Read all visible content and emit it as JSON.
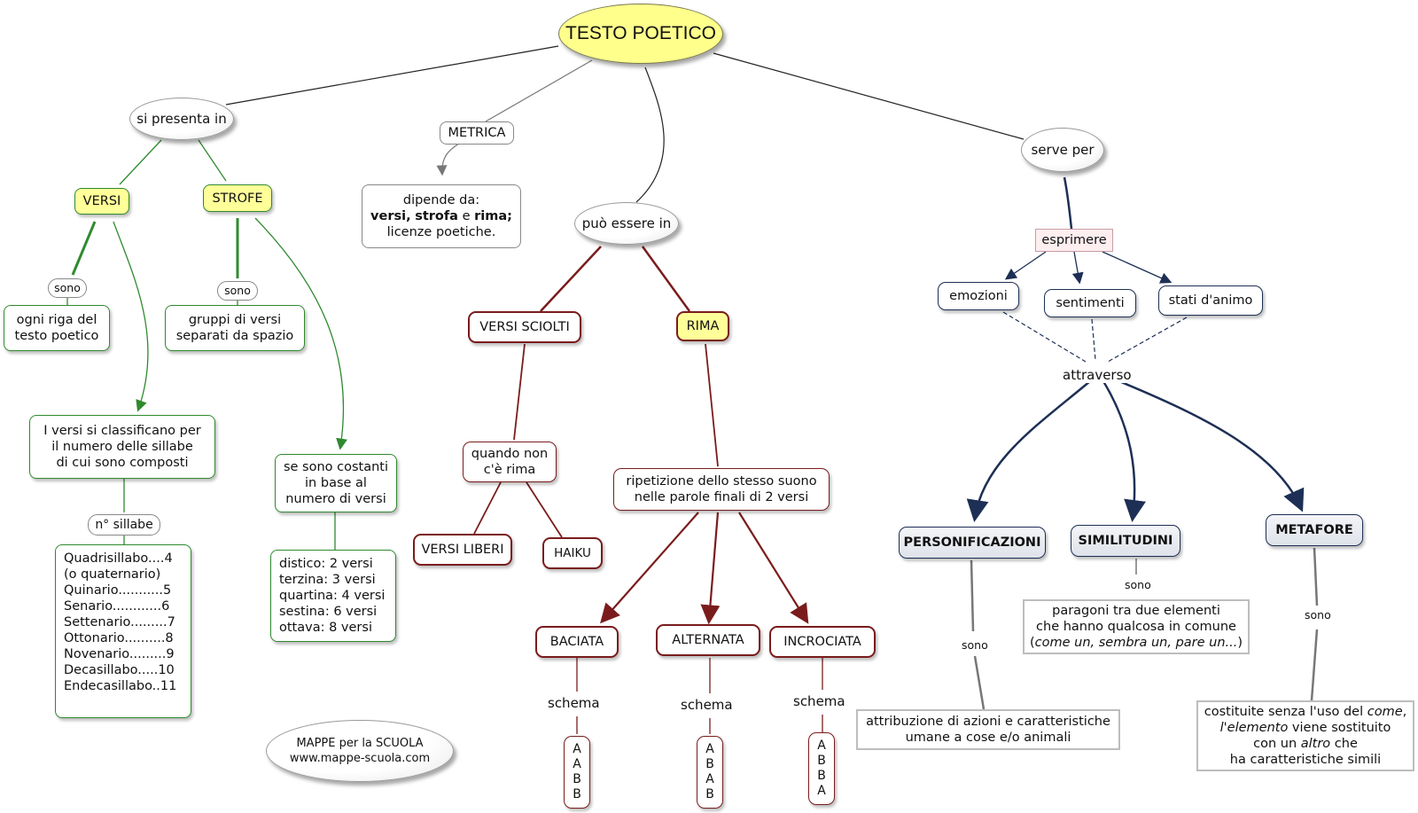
{
  "root": "TESTO POETICO",
  "si_presenta": "si presenta in",
  "metrica": "METRICA",
  "metrica_desc": {
    "l1": "dipende da:",
    "b1": "versi,",
    "b2": "strofa",
    "mid": " e ",
    "b3": "rima;",
    "l3": "licenze poetiche."
  },
  "puo_essere": "può essere in",
  "serve_per": "serve per",
  "versi": "VERSI",
  "strofe": "STROFE",
  "sono": "sono",
  "ogni_riga": [
    "ogni riga del",
    "testo poetico"
  ],
  "gruppi": [
    "gruppi di versi",
    "separati da spazio"
  ],
  "classificano": [
    "I versi si classificano per",
    "il numero delle sillabe",
    "di cui sono composti"
  ],
  "n_sillabe": "n° sillabe",
  "sillabe_list": [
    "Quadrisillabo....4",
    "(o quaternario)",
    "Quinario...........5",
    "Senario............6",
    "Settenario.........7",
    "Ottonario..........8",
    "Novenario.........9",
    "Decasillabo.....10",
    "Endecasillabo..11"
  ],
  "costanti": [
    "se sono costanti",
    "in base al",
    "numero di versi"
  ],
  "strofe_list": [
    "distico: 2 versi",
    "terzina: 3 versi",
    "quartina: 4 versi",
    "sestina: 6 versi",
    "ottava: 8 versi"
  ],
  "versi_sciolti": "VERSI SCIOLTI",
  "rima": "RIMA",
  "quando_non": [
    "quando non",
    "c'è rima"
  ],
  "versi_liberi": "VERSI LIBERI",
  "haiku": "HAIKU",
  "ripetizione": [
    "ripetizione dello stesso suono",
    "nelle parole finali di 2 versi"
  ],
  "baciata": "BACIATA",
  "alternata": "ALTERNATA",
  "incrociata": "INCROCIATA",
  "schema": "schema",
  "schema_baciata": [
    "A",
    "A",
    "B",
    "B"
  ],
  "schema_alternata": [
    "A",
    "B",
    "A",
    "B"
  ],
  "schema_incrociata": [
    "A",
    "B",
    "B",
    "A"
  ],
  "esprimere": "esprimere",
  "emozioni": "emozioni",
  "sentimenti": "sentimenti",
  "stati_animo": "stati d'animo",
  "attraverso": "attraverso",
  "personificazioni": "PERSONIFICAZIONI",
  "similitudini": "SIMILITUDINI",
  "metafore": "METAFORE",
  "pers_desc": [
    "attribuzione di azioni e caratteristiche",
    "umane a cose e/o animali"
  ],
  "simil_desc": {
    "l1": "paragoni tra due elementi",
    "l2": "che hanno qualcosa in comune",
    "l3_open": "(",
    "l3_ital": "come un, sembra un, pare un...",
    "l3_close": ")"
  },
  "meta_desc": {
    "l1a": "costituite senza l'uso del ",
    "l1i": "come",
    "l1b": ",",
    "l2i": "l'elemento",
    "l2b": " viene sostituito",
    "l3a": "con un ",
    "l3i": "altro",
    "l3b": " che",
    "l4": "ha caratteristiche simili"
  },
  "logo": [
    "MAPPE per la SCUOLA",
    "www.mappe-scuola.com"
  ],
  "colors": {
    "green": "#2f8a2f",
    "darkred": "#7a1c1c",
    "navy": "#1d2f55",
    "gray": "#777777",
    "yellow": "#ffff99"
  }
}
